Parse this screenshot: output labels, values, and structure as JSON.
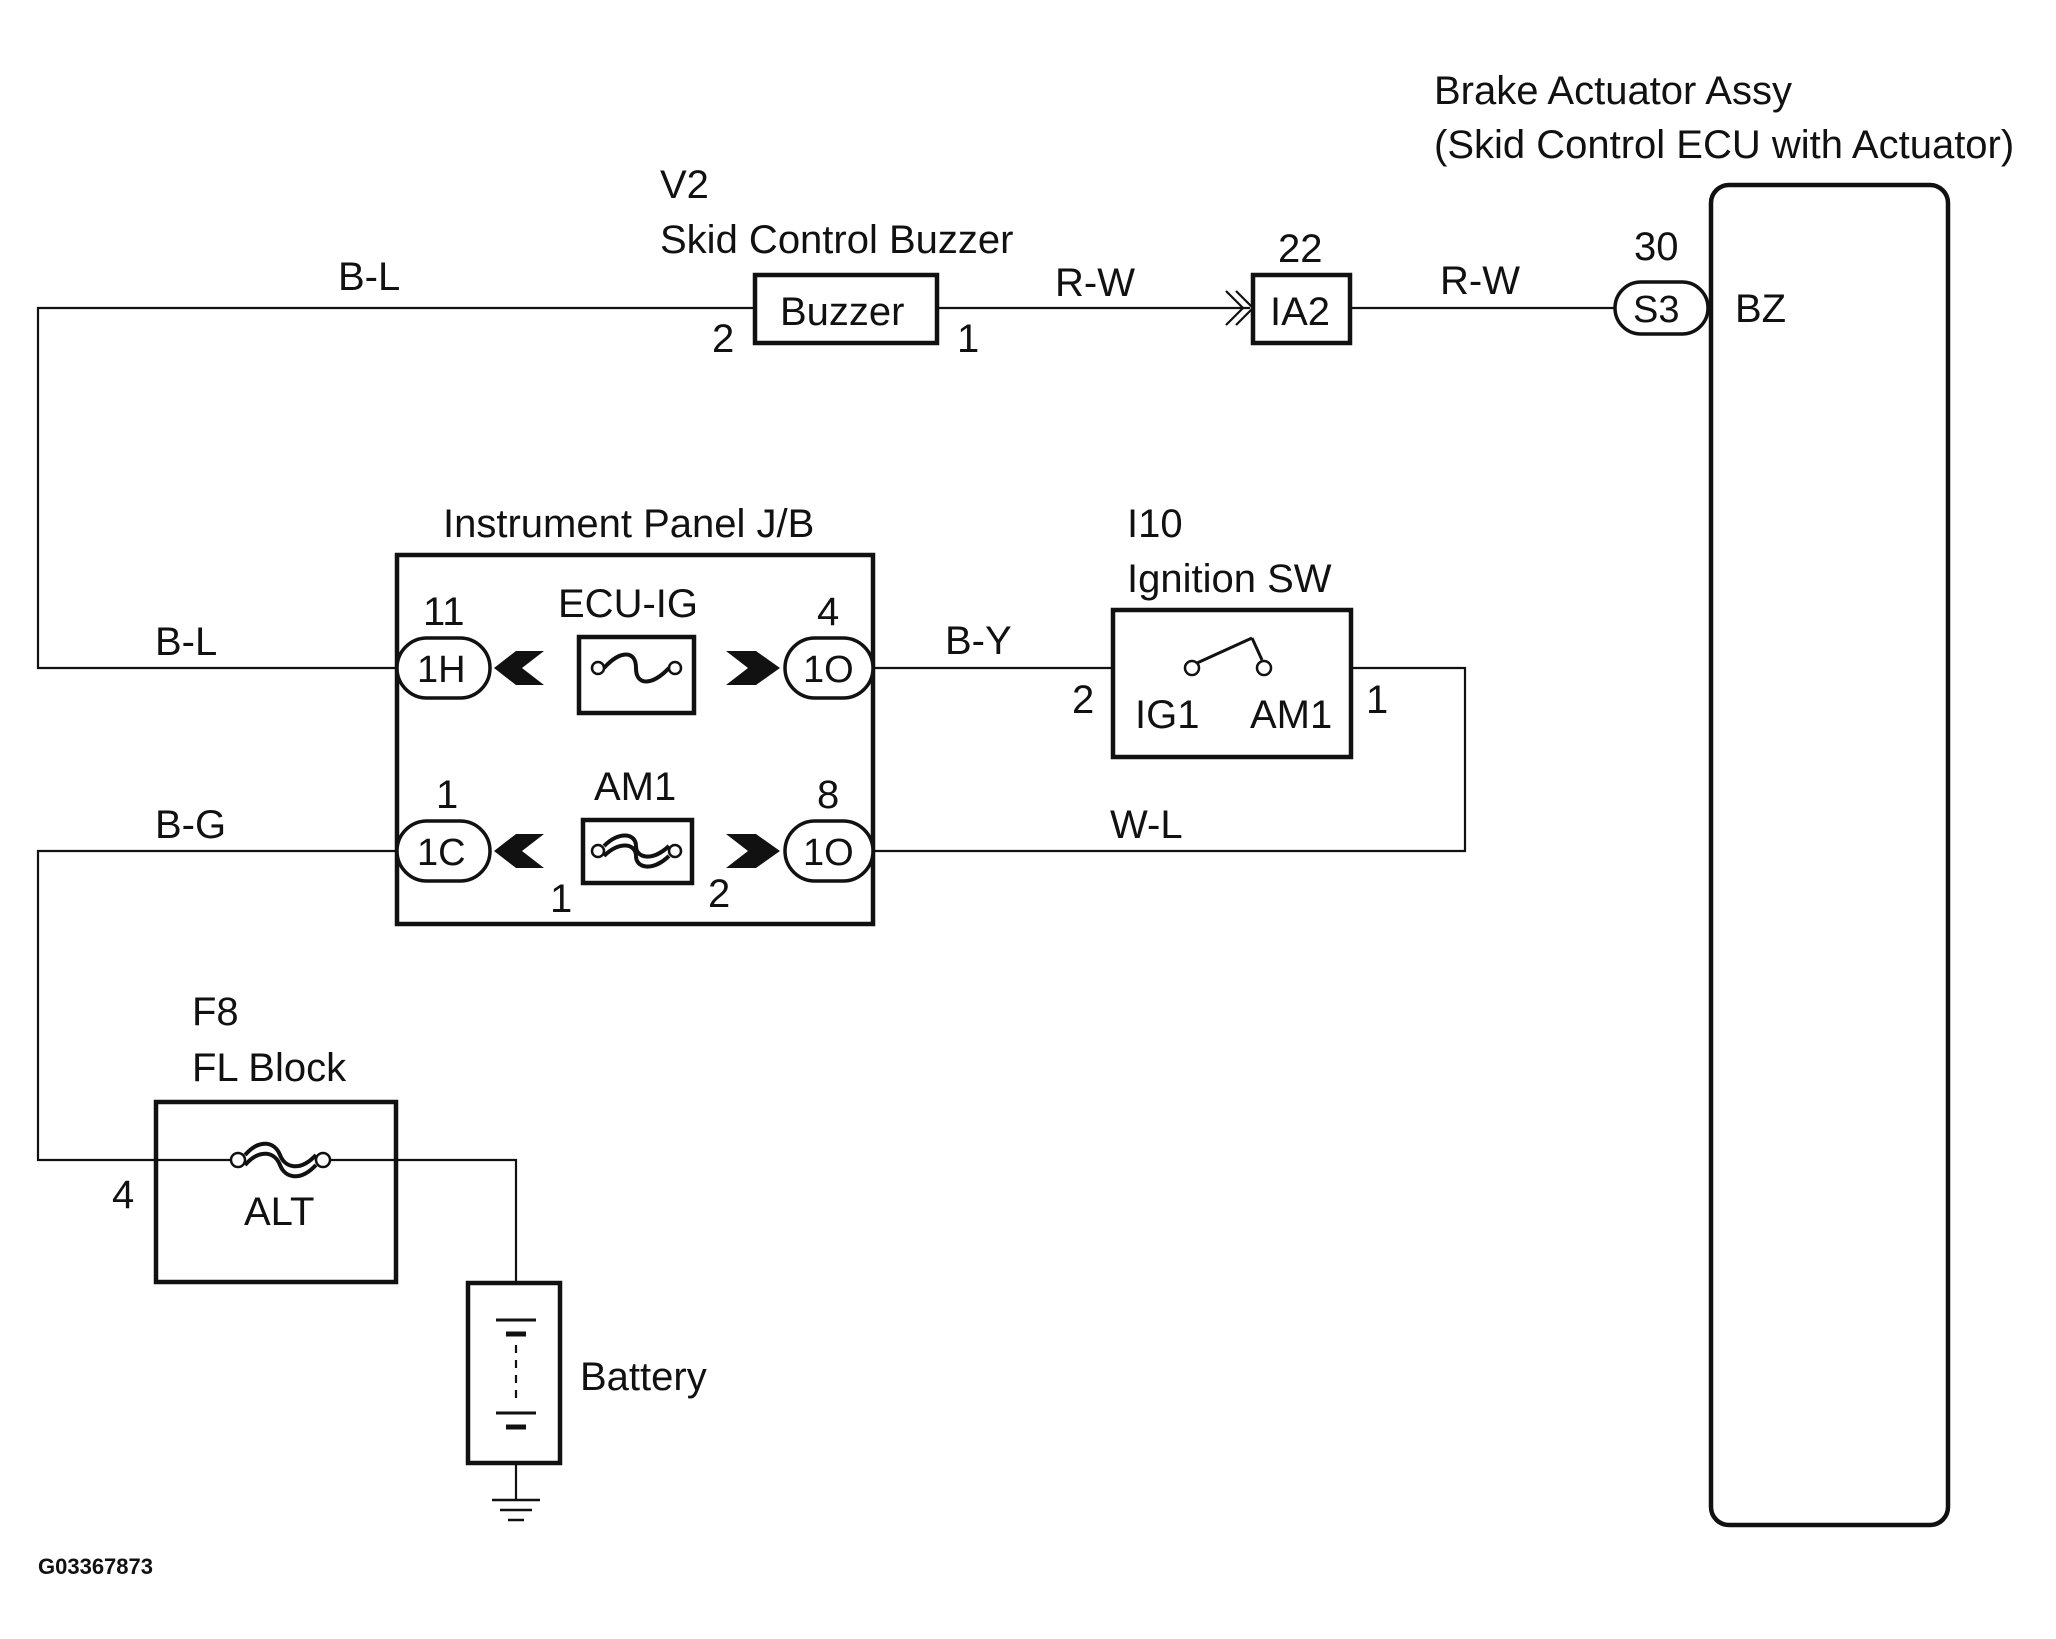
{
  "figure_id": "G03367873",
  "components": {
    "brake_actuator": {
      "title_line1": "Brake Actuator Assy",
      "title_line2": "(Skid Control ECU with Actuator)",
      "pin_number": "30",
      "connector": "S3",
      "terminal": "BZ"
    },
    "buzzer": {
      "code": "V2",
      "name": "Skid Control Buzzer",
      "label": "Buzzer",
      "pin_in": "2",
      "pin_out": "1"
    },
    "junction_connector": {
      "pin_number": "22",
      "label": "IA2"
    },
    "instrument_panel_jb": {
      "title": "Instrument Panel J/B",
      "top_left_pin": "11",
      "top_left_connector": "1H",
      "top_fuse": "ECU-IG",
      "top_right_pin": "4",
      "top_right_connector": "1O",
      "bottom_left_pin": "1",
      "bottom_left_connector": "1C",
      "bottom_fuse": "AM1",
      "bottom_fuse_pin_left": "1",
      "bottom_fuse_pin_right": "2",
      "bottom_right_pin": "8",
      "bottom_right_connector": "1O"
    },
    "ignition_switch": {
      "code": "I10",
      "name": "Ignition SW",
      "left_terminal": "IG1",
      "right_terminal": "AM1",
      "pin_left": "2",
      "pin_right": "1"
    },
    "fl_block": {
      "code": "F8",
      "name": "FL Block",
      "fuse": "ALT",
      "pin": "4"
    },
    "battery": {
      "label": "Battery"
    }
  },
  "wires": {
    "top_left": "B-L",
    "buzzer_to_ia2": "R-W",
    "ia2_to_ecu": "R-W",
    "jb_input": "B-L",
    "jb_to_ignition": "B-Y",
    "ignition_return": "W-L",
    "fl_to_jb": "B-G"
  }
}
